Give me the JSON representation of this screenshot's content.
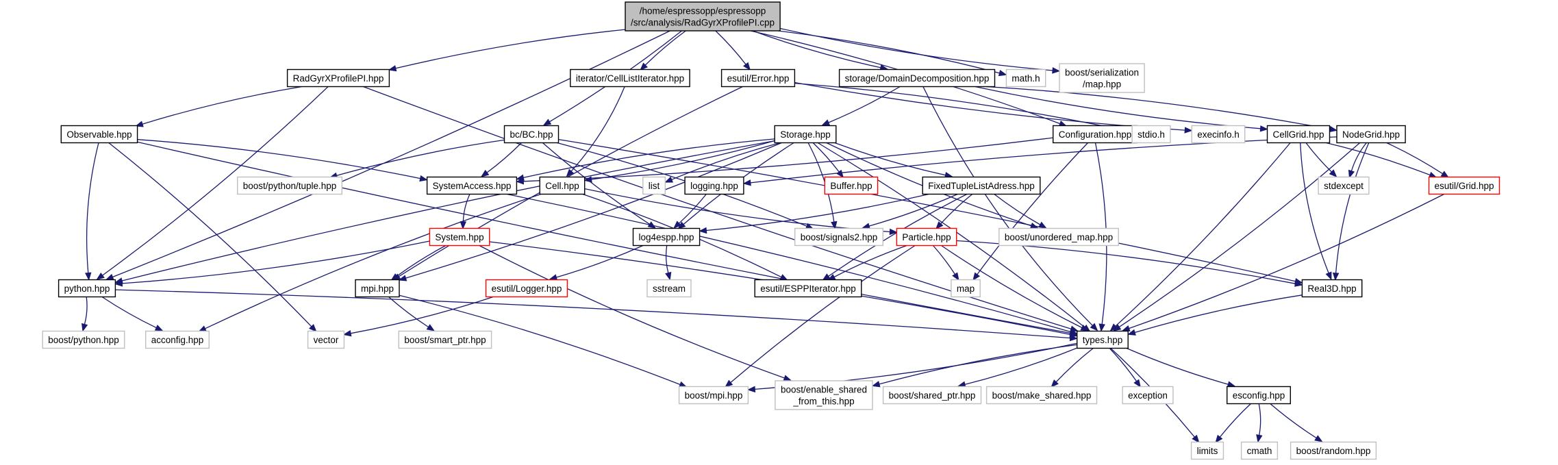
{
  "diagram": {
    "type": "include-dependency-graph",
    "colors": {
      "edge": "#191970",
      "root_fill": "#bfbfbf",
      "node_border": "#000000",
      "truncated_border": "#ff0000",
      "external_border": "#bfbfbf",
      "external_text": "#000000"
    },
    "nodes": [
      {
        "id": "root",
        "lines": [
          "/home/espressopp/espressopp",
          "/src/analysis/RadGyrXProfilePI.cpp"
        ],
        "kind": "root"
      },
      {
        "id": "radgyr",
        "lines": [
          "RadGyrXProfilePI.hpp"
        ],
        "kind": "normal"
      },
      {
        "id": "celllistit",
        "lines": [
          "iterator/CellListIterator.hpp"
        ],
        "kind": "normal"
      },
      {
        "id": "error",
        "lines": [
          "esutil/Error.hpp"
        ],
        "kind": "normal"
      },
      {
        "id": "domdec",
        "lines": [
          "storage/DomainDecomposition.hpp"
        ],
        "kind": "normal"
      },
      {
        "id": "mathh",
        "lines": [
          "math.h"
        ],
        "kind": "external"
      },
      {
        "id": "serialmap",
        "lines": [
          "boost/serialization",
          "/map.hpp"
        ],
        "kind": "external"
      },
      {
        "id": "observable",
        "lines": [
          "Observable.hpp"
        ],
        "kind": "normal"
      },
      {
        "id": "bc",
        "lines": [
          "bc/BC.hpp"
        ],
        "kind": "normal"
      },
      {
        "id": "storage",
        "lines": [
          "Storage.hpp"
        ],
        "kind": "normal"
      },
      {
        "id": "configuration",
        "lines": [
          "Configuration.hpp"
        ],
        "kind": "normal"
      },
      {
        "id": "stdio",
        "lines": [
          "stdio.h"
        ],
        "kind": "external"
      },
      {
        "id": "execinfo",
        "lines": [
          "execinfo.h"
        ],
        "kind": "external"
      },
      {
        "id": "cellgrid",
        "lines": [
          "CellGrid.hpp"
        ],
        "kind": "normal"
      },
      {
        "id": "nodegrid",
        "lines": [
          "NodeGrid.hpp"
        ],
        "kind": "normal"
      },
      {
        "id": "tuple",
        "lines": [
          "boost/python/tuple.hpp"
        ],
        "kind": "external"
      },
      {
        "id": "sysaccess",
        "lines": [
          "SystemAccess.hpp"
        ],
        "kind": "normal"
      },
      {
        "id": "cell",
        "lines": [
          "Cell.hpp"
        ],
        "kind": "normal"
      },
      {
        "id": "list",
        "lines": [
          "list"
        ],
        "kind": "external"
      },
      {
        "id": "logging",
        "lines": [
          "logging.hpp"
        ],
        "kind": "normal"
      },
      {
        "id": "buffer",
        "lines": [
          "Buffer.hpp"
        ],
        "kind": "truncated"
      },
      {
        "id": "fixedtuple",
        "lines": [
          "FixedTupleListAdress.hpp"
        ],
        "kind": "normal"
      },
      {
        "id": "stdexcept",
        "lines": [
          "stdexcept"
        ],
        "kind": "external"
      },
      {
        "id": "esgrid",
        "lines": [
          "esutil/Grid.hpp"
        ],
        "kind": "truncated"
      },
      {
        "id": "system",
        "lines": [
          "System.hpp"
        ],
        "kind": "truncated"
      },
      {
        "id": "log4espp",
        "lines": [
          "log4espp.hpp"
        ],
        "kind": "normal"
      },
      {
        "id": "signals2",
        "lines": [
          "boost/signals2.hpp"
        ],
        "kind": "external"
      },
      {
        "id": "particle",
        "lines": [
          "Particle.hpp"
        ],
        "kind": "truncated"
      },
      {
        "id": "unordmap",
        "lines": [
          "boost/unordered_map.hpp"
        ],
        "kind": "external"
      },
      {
        "id": "python",
        "lines": [
          "python.hpp"
        ],
        "kind": "normal"
      },
      {
        "id": "mpi",
        "lines": [
          "mpi.hpp"
        ],
        "kind": "normal"
      },
      {
        "id": "logger",
        "lines": [
          "esutil/Logger.hpp"
        ],
        "kind": "truncated"
      },
      {
        "id": "sstream",
        "lines": [
          "sstream"
        ],
        "kind": "external"
      },
      {
        "id": "esppit",
        "lines": [
          "esutil/ESPPIterator.hpp"
        ],
        "kind": "normal"
      },
      {
        "id": "map",
        "lines": [
          "map"
        ],
        "kind": "external"
      },
      {
        "id": "real3d",
        "lines": [
          "Real3D.hpp"
        ],
        "kind": "normal"
      },
      {
        "id": "bpython",
        "lines": [
          "boost/python.hpp"
        ],
        "kind": "external"
      },
      {
        "id": "acconfig",
        "lines": [
          "acconfig.hpp"
        ],
        "kind": "external"
      },
      {
        "id": "vector",
        "lines": [
          "vector"
        ],
        "kind": "external"
      },
      {
        "id": "smartptr",
        "lines": [
          "boost/smart_ptr.hpp"
        ],
        "kind": "external"
      },
      {
        "id": "types",
        "lines": [
          "types.hpp"
        ],
        "kind": "normal"
      },
      {
        "id": "bmpi",
        "lines": [
          "boost/mpi.hpp"
        ],
        "kind": "external"
      },
      {
        "id": "enableshared",
        "lines": [
          "boost/enable_shared",
          "_from_this.hpp"
        ],
        "kind": "external"
      },
      {
        "id": "sharedptr",
        "lines": [
          "boost/shared_ptr.hpp"
        ],
        "kind": "external"
      },
      {
        "id": "makeshared",
        "lines": [
          "boost/make_shared.hpp"
        ],
        "kind": "external"
      },
      {
        "id": "exception",
        "lines": [
          "exception"
        ],
        "kind": "external"
      },
      {
        "id": "esconfig",
        "lines": [
          "esconfig.hpp"
        ],
        "kind": "normal"
      },
      {
        "id": "limits",
        "lines": [
          "limits"
        ],
        "kind": "external"
      },
      {
        "id": "cmath",
        "lines": [
          "cmath"
        ],
        "kind": "external"
      },
      {
        "id": "random",
        "lines": [
          "boost/random.hpp"
        ],
        "kind": "external"
      }
    ],
    "edges": [
      [
        "root",
        "python"
      ],
      [
        "root",
        "radgyr"
      ],
      [
        "root",
        "bc"
      ],
      [
        "root",
        "celllistit"
      ],
      [
        "root",
        "error"
      ],
      [
        "root",
        "domdec"
      ],
      [
        "root",
        "mathh"
      ],
      [
        "root",
        "serialmap"
      ],
      [
        "root",
        "configuration"
      ],
      [
        "radgyr",
        "observable"
      ],
      [
        "radgyr",
        "python"
      ],
      [
        "radgyr",
        "types"
      ],
      [
        "celllistit",
        "cell"
      ],
      [
        "error",
        "mpi"
      ],
      [
        "error",
        "stdio"
      ],
      [
        "error",
        "execinfo"
      ],
      [
        "domdec",
        "storage"
      ],
      [
        "domdec",
        "cellgrid"
      ],
      [
        "domdec",
        "nodegrid"
      ],
      [
        "domdec",
        "types"
      ],
      [
        "observable",
        "sysaccess"
      ],
      [
        "observable",
        "python"
      ],
      [
        "observable",
        "vector"
      ],
      [
        "observable",
        "types"
      ],
      [
        "bc",
        "sysaccess"
      ],
      [
        "bc",
        "tuple"
      ],
      [
        "bc",
        "signals2"
      ],
      [
        "bc",
        "log4espp"
      ],
      [
        "bc",
        "real3d"
      ],
      [
        "storage",
        "sysaccess"
      ],
      [
        "storage",
        "cell"
      ],
      [
        "storage",
        "list"
      ],
      [
        "storage",
        "buffer"
      ],
      [
        "storage",
        "fixedtuple"
      ],
      [
        "storage",
        "signals2"
      ],
      [
        "storage",
        "unordmap"
      ],
      [
        "storage",
        "mpi"
      ],
      [
        "storage",
        "python"
      ],
      [
        "storage",
        "types"
      ],
      [
        "storage",
        "log4espp"
      ],
      [
        "configuration",
        "sysaccess"
      ],
      [
        "configuration",
        "map"
      ],
      [
        "configuration",
        "types"
      ],
      [
        "cellgrid",
        "stdexcept"
      ],
      [
        "cellgrid",
        "esgrid"
      ],
      [
        "cellgrid",
        "real3d"
      ],
      [
        "cellgrid",
        "types"
      ],
      [
        "nodegrid",
        "stdexcept"
      ],
      [
        "nodegrid",
        "esgrid"
      ],
      [
        "nodegrid",
        "real3d"
      ],
      [
        "nodegrid",
        "types"
      ],
      [
        "nodegrid",
        "logging"
      ],
      [
        "esgrid",
        "types"
      ],
      [
        "sysaccess",
        "system"
      ],
      [
        "sysaccess",
        "types"
      ],
      [
        "cell",
        "particle"
      ],
      [
        "cell",
        "esppit"
      ],
      [
        "cell",
        "acconfig"
      ],
      [
        "logging",
        "log4espp"
      ],
      [
        "fixedtuple",
        "particle"
      ],
      [
        "fixedtuple",
        "log4espp"
      ],
      [
        "fixedtuple",
        "esppit"
      ],
      [
        "fixedtuple",
        "signals2"
      ],
      [
        "fixedtuple",
        "unordmap"
      ],
      [
        "system",
        "python"
      ],
      [
        "system",
        "mpi"
      ],
      [
        "system",
        "types"
      ],
      [
        "system",
        "enableshared"
      ],
      [
        "log4espp",
        "logger"
      ],
      [
        "log4espp",
        "sstream"
      ],
      [
        "logger",
        "vector"
      ],
      [
        "particle",
        "esppit"
      ],
      [
        "particle",
        "real3d"
      ],
      [
        "particle",
        "types"
      ],
      [
        "particle",
        "map"
      ],
      [
        "particle",
        "bmpi"
      ],
      [
        "python",
        "bpython"
      ],
      [
        "python",
        "acconfig"
      ],
      [
        "python",
        "types"
      ],
      [
        "mpi",
        "smartptr"
      ],
      [
        "mpi",
        "bmpi"
      ],
      [
        "real3d",
        "types"
      ],
      [
        "types",
        "bmpi"
      ],
      [
        "types",
        "enableshared"
      ],
      [
        "types",
        "sharedptr"
      ],
      [
        "types",
        "makeshared"
      ],
      [
        "types",
        "exception"
      ],
      [
        "types",
        "esconfig"
      ],
      [
        "types",
        "limits"
      ],
      [
        "esconfig",
        "limits"
      ],
      [
        "esconfig",
        "cmath"
      ],
      [
        "esconfig",
        "random"
      ]
    ]
  }
}
